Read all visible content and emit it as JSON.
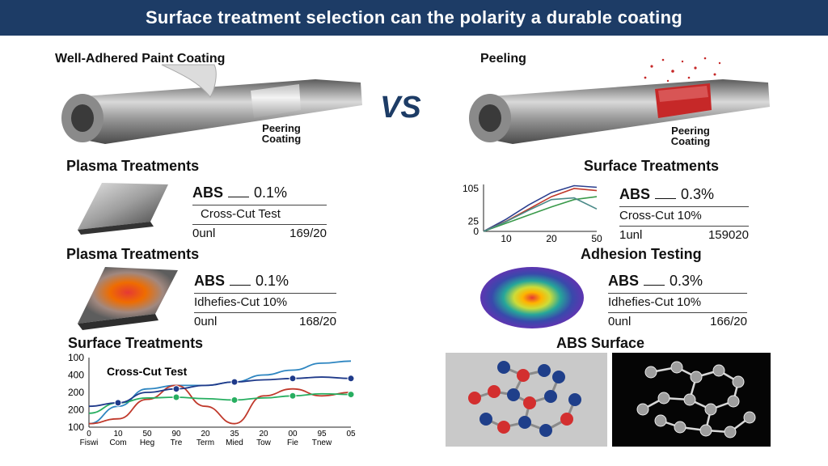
{
  "title": "Surface treatment selection can the polarity a durable coating",
  "vs": "VS",
  "left_panel": {
    "label": "Well-Adhered Paint Coating",
    "caption_line1": "Peering",
    "caption_line2": "Coating"
  },
  "right_panel": {
    "label": "Peeling",
    "caption_line1": "Peering",
    "caption_line2": "Coating"
  },
  "row1_left": {
    "heading": "Plasma Treatments",
    "abs_label": "ABS",
    "abs_value": "0.1%",
    "test_label": "Cross-Cut Test",
    "row_left": "0unl",
    "row_right": "169/20"
  },
  "row1_right": {
    "heading": "Surface Treatments",
    "abs_label": "ABS",
    "abs_value": "0.3%",
    "test_label": "Cross-Cut 10%",
    "row_left": "1unl",
    "row_right": "159020"
  },
  "row2_left": {
    "heading": "Plasma Treatments",
    "abs_label": "ABS",
    "abs_value": "0.1%",
    "test_label": "Idhefies-Cut 10%",
    "row_left": "0unl",
    "row_right": "168/20"
  },
  "row2_right": {
    "heading": "Adhesion Testing",
    "abs_label": "ABS",
    "abs_value": "0.3%",
    "test_label": "Idhefies-Cut 10%",
    "row_left": "0unl",
    "row_right": "166/20"
  },
  "bottom_left": {
    "heading": "Surface Treatments"
  },
  "bottom_right": {
    "heading": "ABS Surface"
  },
  "chart_data": [
    {
      "type": "line",
      "title": "",
      "x_ticks": [
        "10",
        "20",
        "50"
      ],
      "y_ticks": [
        "0",
        "25",
        "105"
      ],
      "ylim": [
        0,
        105
      ],
      "series": [
        {
          "color": "#2b3f8f",
          "x": [
            0,
            10,
            20,
            30,
            40,
            50
          ],
          "y": [
            0,
            30,
            65,
            95,
            112,
            108
          ]
        },
        {
          "color": "#c0392b",
          "x": [
            0,
            10,
            20,
            30,
            40,
            50
          ],
          "y": [
            0,
            25,
            55,
            85,
            105,
            100
          ]
        },
        {
          "color": "#3a9a4a",
          "x": [
            0,
            10,
            20,
            30,
            40,
            50
          ],
          "y": [
            0,
            20,
            40,
            60,
            78,
            85
          ]
        },
        {
          "color": "#4a8a88",
          "x": [
            0,
            10,
            20,
            30,
            40,
            50
          ],
          "y": [
            0,
            24,
            52,
            78,
            82,
            55
          ]
        }
      ]
    },
    {
      "type": "line",
      "title": "Cross-Cut Test",
      "x_ticks": [
        "0\nFiswi",
        "10\nCom",
        "50\nHeg",
        "90\nTre",
        "20\nTerm",
        "35\nMied",
        "20\nTow",
        "00\nFie",
        "95\nTnew",
        "05"
      ],
      "y_ticks": [
        "100",
        "200",
        "200",
        "400",
        "100"
      ],
      "series": [
        {
          "color": "#2e86c1",
          "name": "",
          "values": [
            0.05,
            0.3,
            0.55,
            0.6,
            0.6,
            0.65,
            0.75,
            0.82,
            0.92,
            0.95
          ]
        },
        {
          "color": "#c0392b",
          "name": "",
          "values": [
            0.05,
            0.12,
            0.4,
            0.6,
            0.3,
            0.05,
            0.45,
            0.55,
            0.45,
            0.5
          ]
        },
        {
          "color": "#27ae60",
          "name": "",
          "values": [
            0.2,
            0.35,
            0.42,
            0.43,
            0.41,
            0.39,
            0.42,
            0.45,
            0.48,
            0.47
          ]
        },
        {
          "color": "#1f3a8a",
          "name": "",
          "values": [
            0.3,
            0.35,
            0.5,
            0.55,
            0.6,
            0.65,
            0.68,
            0.7,
            0.72,
            0.7
          ]
        }
      ]
    }
  ],
  "colors": {
    "banner": "#1d3c66",
    "vs": "#1d3c66",
    "peel_red": "#c62828"
  }
}
